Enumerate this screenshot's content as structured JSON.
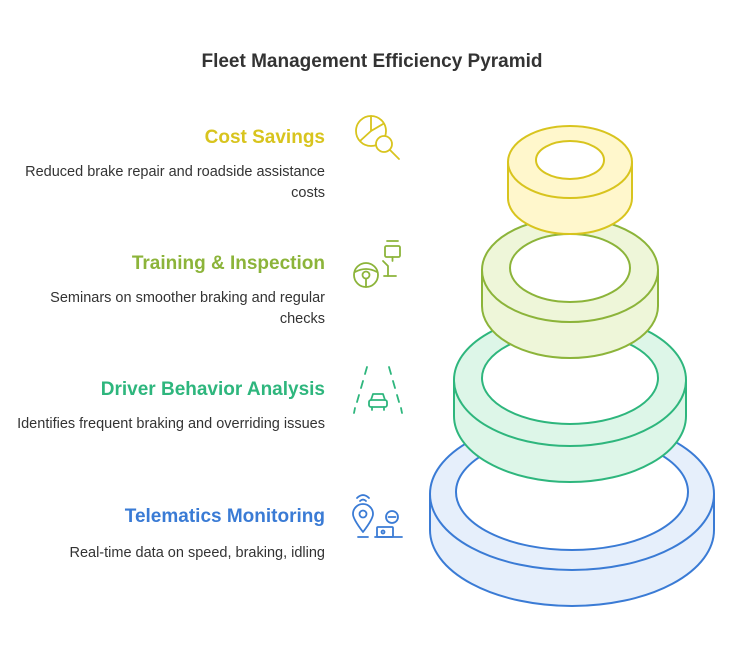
{
  "title": "Fleet Management Efficiency Pyramid",
  "levels": [
    {
      "heading": "Cost Savings",
      "description": "Reduced brake repair and roadside assistance costs",
      "icon": "pie-chart-magnifier-icon",
      "color": "#d8c41e",
      "fill": "#fff7cc"
    },
    {
      "heading": "Training & Inspection",
      "description": "Seminars on smoother braking and regular checks",
      "icon": "steering-wheel-presentation-icon",
      "color": "#8cb43a",
      "fill": "#eef6d9"
    },
    {
      "heading": "Driver Behavior Analysis",
      "description": "Identifies frequent braking and overriding issues",
      "icon": "car-on-road-icon",
      "color": "#2eb67d",
      "fill": "#ddf6e8"
    },
    {
      "heading": "Telematics Monitoring",
      "description": "Real-time data on speed, braking, idling",
      "icon": "location-signal-laptop-icon",
      "color": "#3a7bd5",
      "fill": "#e6effb"
    }
  ]
}
